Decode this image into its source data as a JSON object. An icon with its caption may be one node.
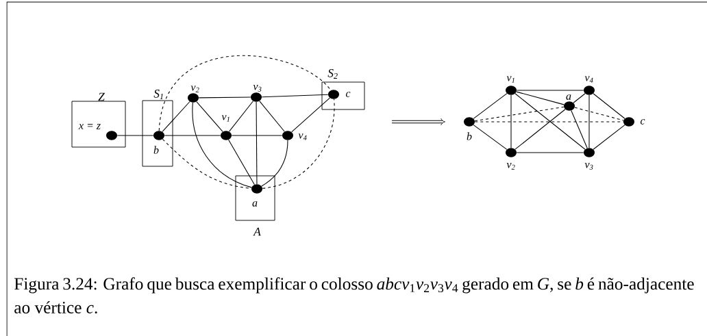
{
  "diagram": {
    "caption": "Figura 3.24: Grafo que busca exemplificar o colosso *abcv*$_{1}$*v*$_{2}$*v*$_{3}$*v*$_{4}$ gerado em *G*, se *b* é não-adjacente ao vértice *c*.",
    "nodes": [
      {
        "text": [
          "Z"
        ]
      },
      {
        "text": [],
        "shape": "circle",
        "beside": [
          "x = z"
        ],
        "in": 0
      },
      {
        "text": [
          "S$_{1}$"
        ]
      },
      {
        "text": [],
        "shape": "circle",
        "beside": [
          "b"
        ],
        "in": 2
      },
      {
        "text": [
          "S$_{2}$"
        ]
      },
      {
        "text": [],
        "shape": "circle",
        "beside": [
          "c"
        ],
        "in": 4
      },
      {
        "text": [
          "A"
        ]
      },
      {
        "text": [],
        "shape": "circle",
        "beside": [
          "a"
        ],
        "in": 6
      },
      {
        "text": [],
        "shape": "circle",
        "beside": [
          "v$_{2}$"
        ]
      },
      {
        "text": [],
        "shape": "circle",
        "beside": [
          "v$_{3}$"
        ]
      },
      {
        "text": [],
        "shape": "circle",
        "beside": [
          "v$_{1}$"
        ]
      },
      {
        "text": [],
        "shape": "circle",
        "beside": [
          "v$_{4}$"
        ]
      },
      {
        "text": [],
        "shape": "circle",
        "beside": [
          "v$_{1}$"
        ]
      },
      {
        "text": [],
        "shape": "circle",
        "beside": [
          "v$_{4}$"
        ]
      },
      {
        "text": [],
        "shape": "circle",
        "beside": [
          "a"
        ]
      },
      {
        "text": [],
        "shape": "circle",
        "beside": [
          "b"
        ]
      },
      {
        "text": [],
        "shape": "circle",
        "beside": [
          "c"
        ]
      },
      {
        "text": [],
        "shape": "circle",
        "beside": [
          "v$_{2}$"
        ]
      },
      {
        "text": [],
        "shape": "circle",
        "beside": [
          "v$_{3}$"
        ]
      }
    ],
    "edges": [
      {
        "from": 1,
        "to": 3,
        "arrow": "none"
      },
      {
        "from": 3,
        "to": 10,
        "arrow": "none"
      },
      {
        "from": 10,
        "to": 11,
        "arrow": "none"
      },
      {
        "from": 3,
        "to": 8,
        "arrow": "none"
      },
      {
        "from": 8,
        "to": 9,
        "arrow": "none"
      },
      {
        "from": 9,
        "to": 5,
        "arrow": "none"
      },
      {
        "from": 8,
        "to": 10,
        "arrow": "none"
      },
      {
        "from": 10,
        "to": 9,
        "arrow": "none"
      },
      {
        "from": 9,
        "to": 11,
        "arrow": "none"
      },
      {
        "from": 11,
        "to": 5,
        "arrow": "none"
      },
      {
        "from": 9,
        "to": 7,
        "arrow": "none"
      },
      {
        "from": 10,
        "to": 7,
        "arrow": "none"
      },
      {
        "from": 8,
        "to": 7,
        "arrow": "none"
      },
      {
        "from": 11,
        "to": 7,
        "arrow": "none"
      },
      {
        "from": 3,
        "to": 5,
        "arrow": "none",
        "style": "dashed"
      },
      {
        "from": 3,
        "to": 7,
        "arrow": "none",
        "style": "dashed"
      },
      {
        "from": 7,
        "to": 5,
        "arrow": "none",
        "style": "dashed"
      },
      {
        "from": 12,
        "to": 13,
        "arrow": "none"
      },
      {
        "from": 12,
        "to": 15,
        "arrow": "none"
      },
      {
        "from": 12,
        "to": 17,
        "arrow": "none"
      },
      {
        "from": 12,
        "to": 14,
        "arrow": "none"
      },
      {
        "from": 12,
        "to": 18,
        "arrow": "none"
      },
      {
        "from": 13,
        "to": 14,
        "arrow": "none"
      },
      {
        "from": 13,
        "to": 16,
        "arrow": "none"
      },
      {
        "from": 13,
        "to": 18,
        "arrow": "none"
      },
      {
        "from": 14,
        "to": 17,
        "arrow": "none"
      },
      {
        "from": 14,
        "to": 18,
        "arrow": "none"
      },
      {
        "from": 15,
        "to": 14,
        "arrow": "none",
        "style": "dashed"
      },
      {
        "from": 14,
        "to": 16,
        "arrow": "none",
        "style": "dashed"
      },
      {
        "from": 15,
        "to": 16,
        "arrow": "none",
        "style": "dashed"
      },
      {
        "from": 15,
        "to": 17,
        "arrow": "none"
      },
      {
        "from": 17,
        "to": 18,
        "arrow": "none"
      },
      {
        "from": 18,
        "to": 16,
        "arrow": "none"
      }
    ]
  }
}
